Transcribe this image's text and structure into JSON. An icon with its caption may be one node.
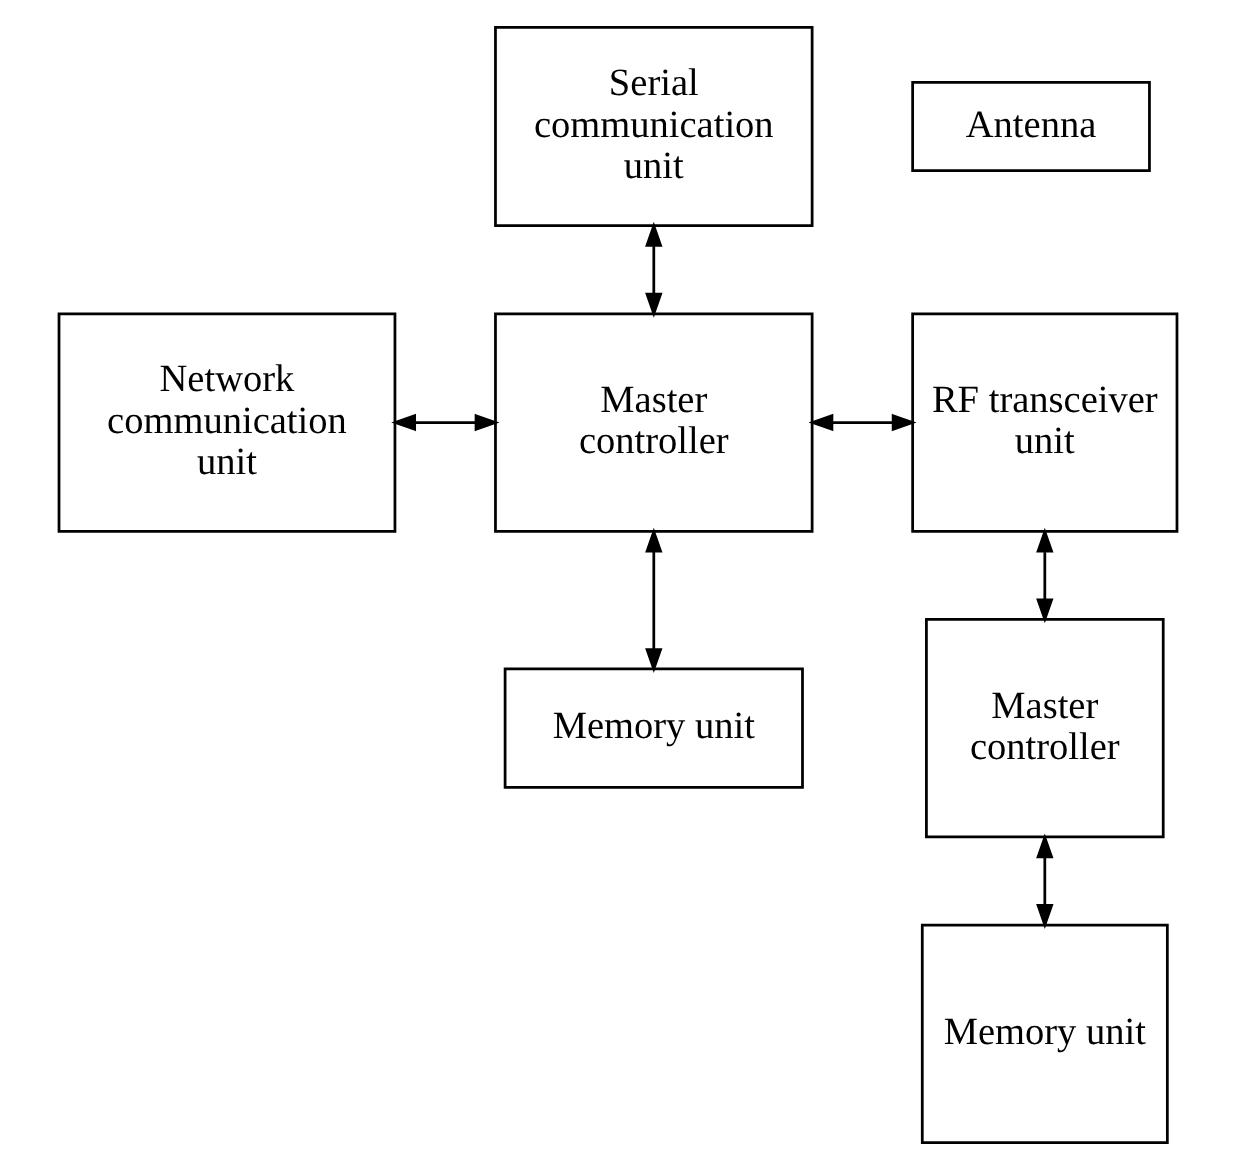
{
  "diagram": {
    "nodes": [
      {
        "text": [
          "Serial communication unit"
        ]
      },
      {
        "text": [
          "Antenna"
        ]
      },
      {
        "text": [
          "Network communication unit"
        ]
      },
      {
        "text": [
          "Master controller"
        ]
      },
      {
        "text": [
          "RF transceiver unit"
        ]
      },
      {
        "text": [
          "Memory unit"
        ]
      },
      {
        "text": [
          "Master controller"
        ]
      },
      {
        "text": [
          "Memory unit"
        ]
      }
    ],
    "edges": [
      {
        "from": 0,
        "to": 3,
        "arrow": "both"
      },
      {
        "from": 2,
        "to": 3,
        "arrow": "both"
      },
      {
        "from": 3,
        "to": 4,
        "arrow": "both"
      },
      {
        "from": 3,
        "to": 5,
        "arrow": "both"
      },
      {
        "from": 4,
        "to": 6,
        "arrow": "both"
      },
      {
        "from": 6,
        "to": 7,
        "arrow": "both"
      }
    ]
  }
}
